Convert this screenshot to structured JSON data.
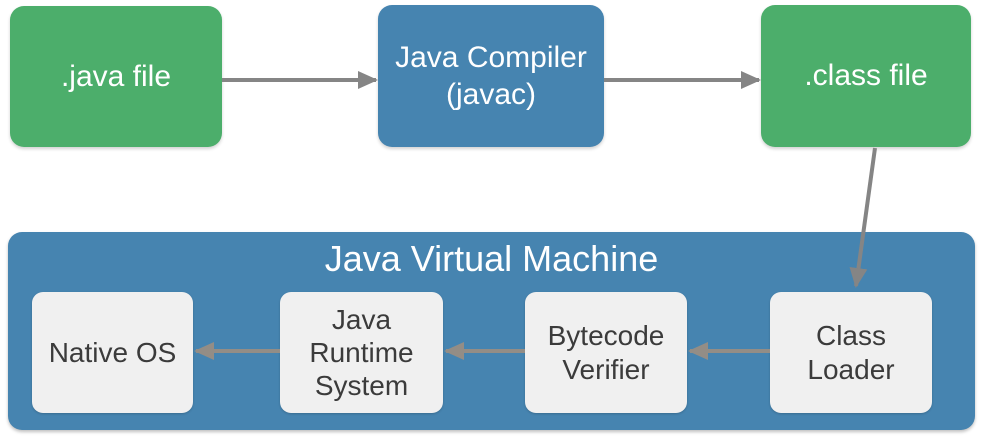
{
  "colors": {
    "green": "#4CAE6B",
    "blue": "#4684B0",
    "inner_box_bg": "#F0F0F0",
    "arrow_dark": "#858585",
    "arrow_light": "#938D86",
    "text_light": "#FFFFFF",
    "text_dark": "#3B3B3B"
  },
  "nodes": {
    "java_file": {
      "lines": [
        ".java file"
      ]
    },
    "compiler": {
      "lines": [
        "Java Compiler",
        "(javac)"
      ]
    },
    "class_file": {
      "lines": [
        ".class file"
      ]
    },
    "jvm": {
      "title": "Java Virtual Machine"
    },
    "class_loader": {
      "lines": [
        "Class",
        "Loader"
      ]
    },
    "bytecode_verifier": {
      "lines": [
        "Bytecode",
        "Verifier"
      ]
    },
    "java_runtime_system": {
      "lines": [
        "Java",
        "Runtime",
        "System"
      ]
    },
    "native_os": {
      "lines": [
        "Native OS"
      ]
    }
  },
  "edges": [
    {
      "from": ".java file",
      "to": "Java Compiler (javac)"
    },
    {
      "from": "Java Compiler (javac)",
      "to": ".class file"
    },
    {
      "from": ".class file",
      "to": "Class Loader"
    },
    {
      "from": "Class Loader",
      "to": "Bytecode Verifier"
    },
    {
      "from": "Bytecode Verifier",
      "to": "Java Runtime System"
    },
    {
      "from": "Java Runtime System",
      "to": "Native OS"
    }
  ]
}
